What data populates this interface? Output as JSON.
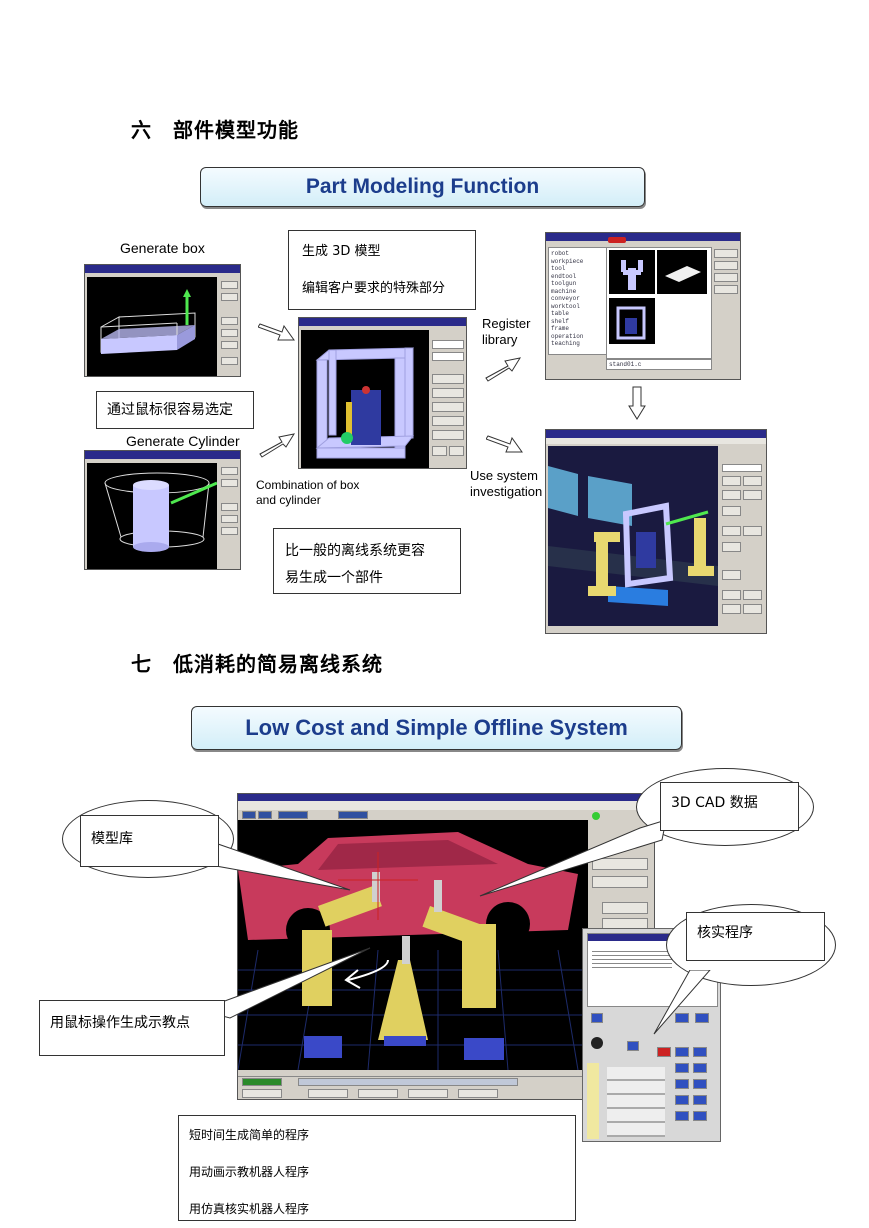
{
  "section6": {
    "heading": "六　部件模型功能",
    "banner": "Part Modeling Function",
    "label_generate_box": "Generate box",
    "label_generate_cylinder": "Generate Cylinder",
    "box_3d_line1": "生成 3D 模型",
    "box_3d_line2": "编辑客户要求的特殊部分",
    "box_mouse": "通过鼠标很容易选定",
    "label_combination_1": "Combination of box",
    "label_combination_2": "and cylinder",
    "label_register_1": "Register",
    "label_register_2": "library",
    "label_use_1": "Use system",
    "label_use_2": "investigation",
    "box_easier_line1": "比一般的离线系统更容",
    "box_easier_line2": "易生成一个部件",
    "library_items": [
      "robot",
      "workpiece",
      "tool",
      "endtool",
      "toolgun",
      "machine",
      "conveyor",
      "worktool",
      "table",
      "shelf",
      "frame",
      "operation",
      "teaching"
    ],
    "library_field": "stand01.c"
  },
  "section7": {
    "heading": "七　低消耗的简易离线系统",
    "banner": "Low Cost and Simple Offline System",
    "bubble_model_library": "模型库",
    "bubble_cad": "3D CAD 数据",
    "bubble_verify": "核实程序",
    "box_mouse_teach": "用鼠标操作生成示教点",
    "list": [
      "短时间生成简单的程序",
      "用动画示教机器人程序",
      "用仿真核实机器人程序"
    ]
  },
  "colors": {
    "banner_text": "#1c3d8c",
    "banner_bg": "#d3eef8",
    "viewport": "#000000",
    "part": "#c8c8ff",
    "robot": "#e8d870",
    "car": "#cc3355"
  }
}
